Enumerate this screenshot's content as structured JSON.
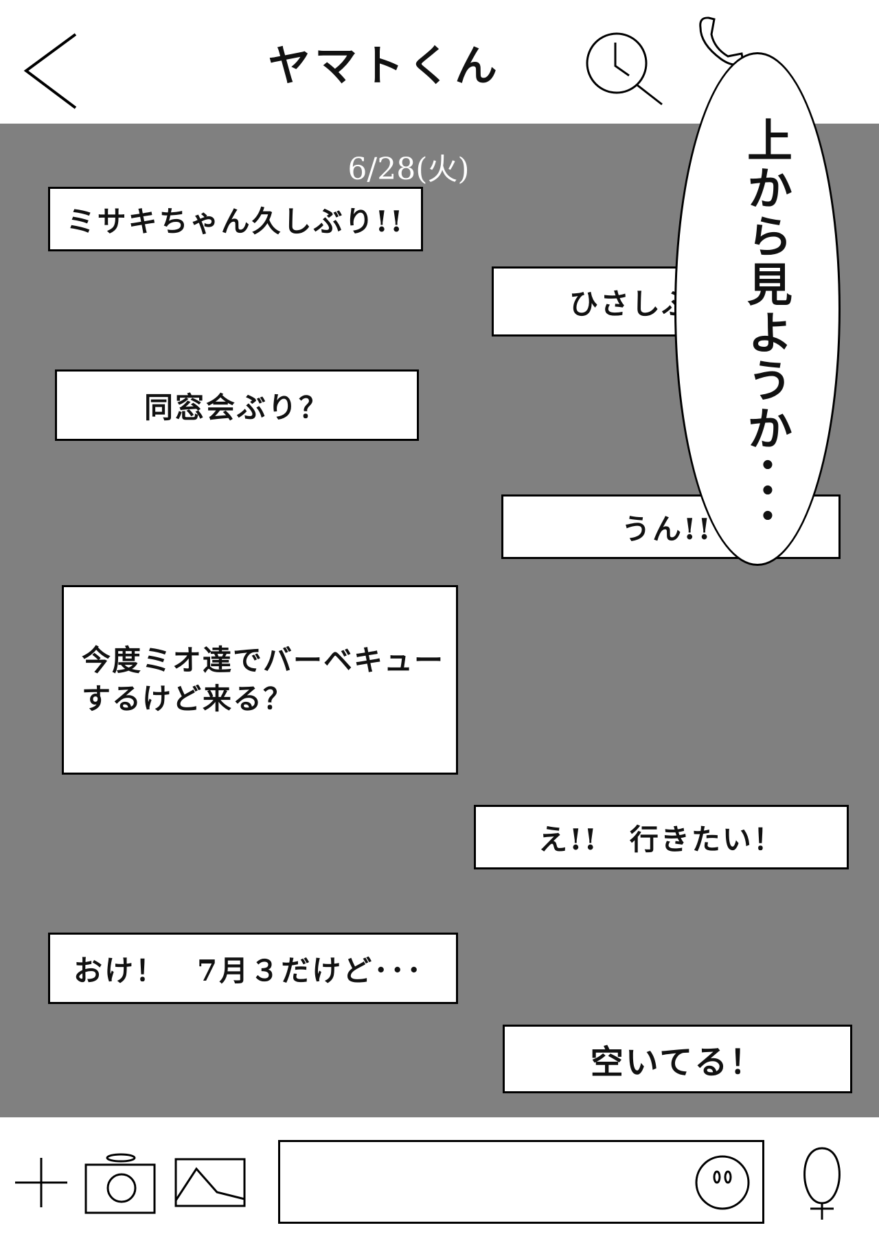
{
  "header": {
    "title": "ヤマトくん",
    "back_icon": "back-arrow-icon",
    "search_icon": "search-history-icon",
    "phone_icon": "phone-icon"
  },
  "chat": {
    "background_color": "#808080",
    "date_label": "6/28(火)",
    "messages": [
      {
        "side": "left",
        "text": "ミサキちゃん久しぶり!!"
      },
      {
        "side": "right",
        "text": "ひさしぶ"
      },
      {
        "side": "left",
        "text": "同窓会ぶり？"
      },
      {
        "side": "right",
        "text": "うん!!"
      },
      {
        "side": "left",
        "text": "今度ミオ達でバーベキューするけど来る？"
      },
      {
        "side": "right",
        "text": "え!!　行きたい！"
      },
      {
        "side": "left",
        "text": "おけ！　7月３だけど･･･"
      },
      {
        "side": "right",
        "text": "空いてる！"
      }
    ]
  },
  "speech_bubble": {
    "text": "上から見ようか･･･"
  },
  "footer": {
    "input_value": "",
    "icons": [
      "plus-icon",
      "camera-icon",
      "image-icon",
      "emoji-icon",
      "microphone-icon"
    ]
  }
}
